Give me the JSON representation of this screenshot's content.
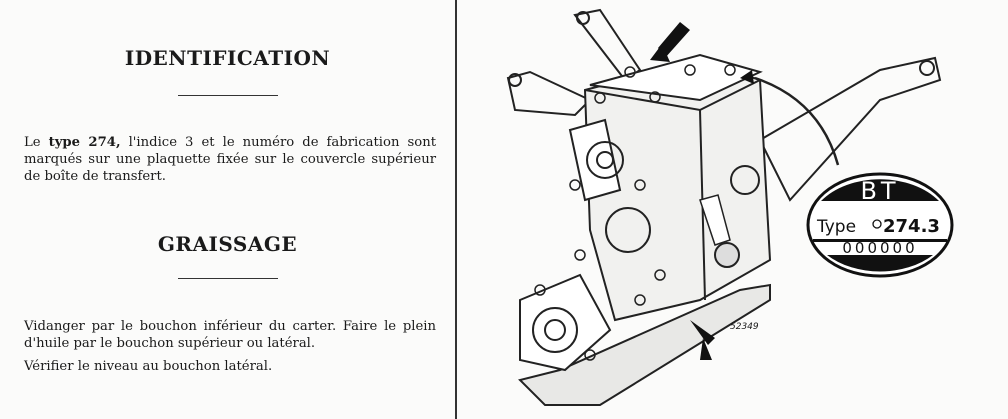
{
  "identification": {
    "title": "IDENTIFICATION",
    "text_prefix": "Le ",
    "text_bold": "type 274,",
    "text_rest": " l'indice 3 et le numéro de fabrication sont marqués sur une plaquette fixée sur le couvercle supérieur de boîte de transfert."
  },
  "graissage": {
    "title": "GRAISSAGE",
    "text1": "Vidanger par le bouchon inférieur du carter. Faire le plein d'huile par le bouchon supérieur ou latéral.",
    "text2": "Vérifier le niveau au bouchon latéral."
  },
  "figure": {
    "number": "52349",
    "plate": {
      "top": "BT",
      "type_label": "Type",
      "type_value": "274.3",
      "serial": "000000"
    }
  }
}
